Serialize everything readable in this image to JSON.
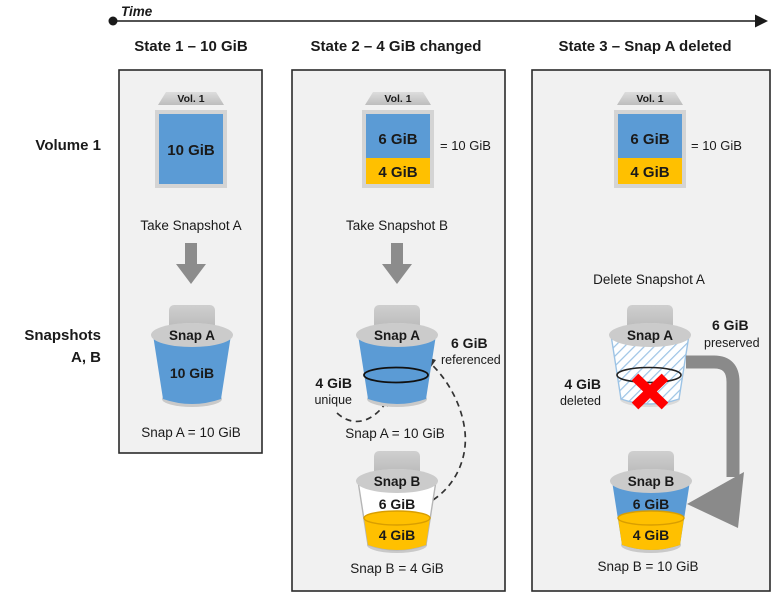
{
  "timeline": {
    "label": "Time"
  },
  "row_labels": {
    "volume": "Volume 1",
    "snapshots_line1": "Snapshots",
    "snapshots_line2": "A, B"
  },
  "state1": {
    "header": "State 1 – 10 GiB",
    "vol_cap": "Vol. 1",
    "vol_label": "10 GiB",
    "action": "Take Snapshot A",
    "snap_a_label": "Snap A",
    "snap_a_content": "10 GiB",
    "snap_a_caption": "Snap A = 10 GiB"
  },
  "state2": {
    "header": "State 2 – 4 GiB changed",
    "vol_cap": "Vol. 1",
    "vol_blue": "6 GiB",
    "vol_orange": "4 GiB",
    "vol_total": "= 10 GiB",
    "action": "Take Snapshot B",
    "snap_a_label": "Snap A",
    "ann_left_value": "4 GiB",
    "ann_left_word": "unique",
    "ann_right_value": "6 GiB",
    "ann_right_word": "referenced",
    "snap_a_caption": "Snap A = 10 GiB",
    "snap_b_label": "Snap B",
    "snap_b_top": "6 GiB",
    "snap_b_bottom": "4 GiB",
    "snap_b_caption": "Snap B = 4 GiB"
  },
  "state3": {
    "header": "State 3 – Snap A deleted",
    "vol_cap": "Vol. 1",
    "vol_blue": "6 GiB",
    "vol_orange": "4 GiB",
    "vol_total": "= 10 GiB",
    "action": "Delete Snapshot A",
    "snap_a_label": "Snap A",
    "ann_left_value": "4 GiB",
    "ann_left_word": "deleted",
    "ann_right_value": "6 GiB",
    "ann_right_word": "preserved",
    "snap_b_label": "Snap B",
    "snap_b_top": "6 GiB",
    "snap_b_bottom": "4 GiB",
    "snap_b_caption": "Snap B = 10 GiB"
  },
  "colors": {
    "volume_blue": "#5B9BD5",
    "changed_orange": "#FFC000",
    "bucket_gray": "#C9C9C9",
    "arrow_gray": "#8C8C8C",
    "delete_red": "#FF0000",
    "hatch_blue": "#9CC3E5",
    "panel_bg": "#F1F1F1"
  }
}
